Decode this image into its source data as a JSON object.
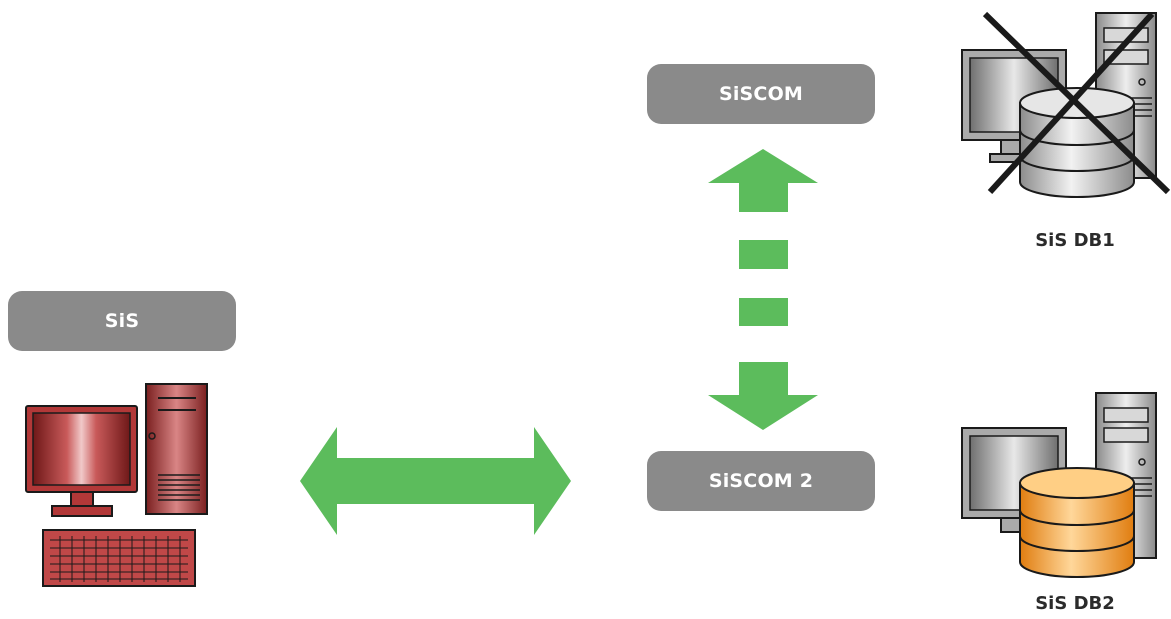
{
  "nodes": {
    "sis": {
      "label": "SiS"
    },
    "siscom": {
      "label": "SiSCOM"
    },
    "siscom2": {
      "label": "SiSCOM 2"
    }
  },
  "databases": {
    "db1": {
      "label": "SiS DB1",
      "status": "offline"
    },
    "db2": {
      "label": "SiS DB2",
      "status": "active"
    }
  },
  "colors": {
    "arrow": "#5cbc5c",
    "pill": "#8a8a8a",
    "client_pc": "#9b2d2d",
    "db_active": "#f5a33a",
    "db_inactive": "#bdbdbd",
    "cross": "#1a1a1a"
  },
  "connections": [
    {
      "from": "sis",
      "to": "siscom2",
      "style": "solid",
      "direction": "bidirectional"
    },
    {
      "from": "siscom",
      "to": "siscom2",
      "style": "dashed",
      "direction": "bidirectional"
    }
  ]
}
